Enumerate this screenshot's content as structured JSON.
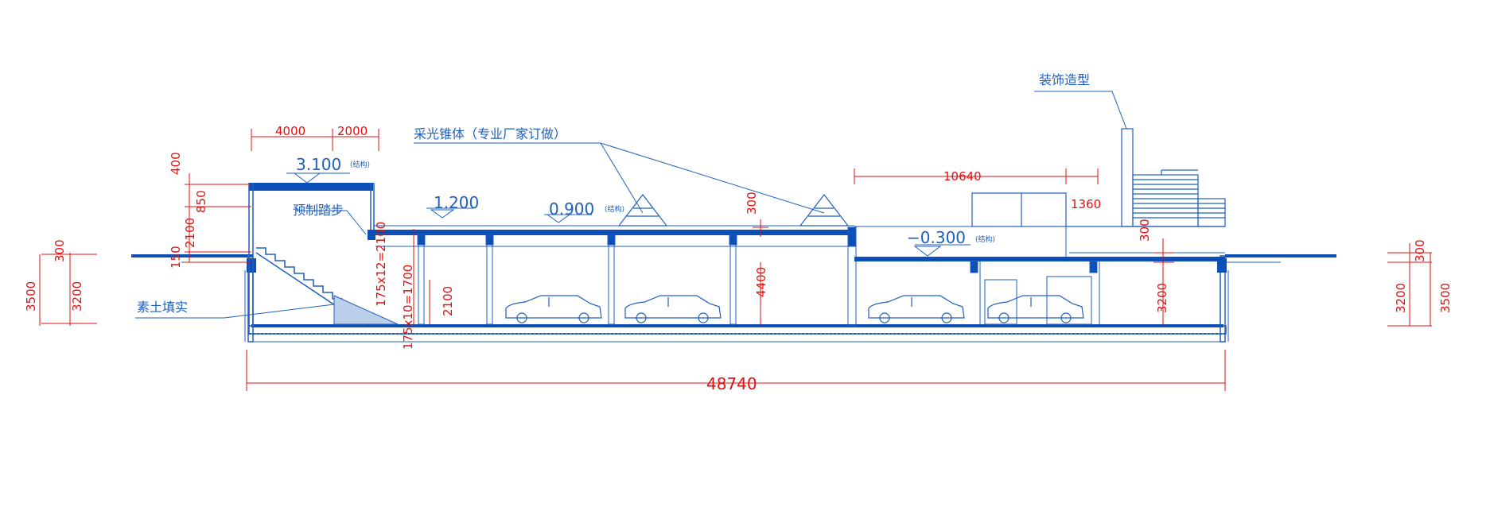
{
  "colors": {
    "structure": "#0d4fb8",
    "line": "#1e5fbf",
    "dimension": "#e01010",
    "fill": "#ffffff"
  },
  "labels": {
    "deco": "装饰造型",
    "skylight": "采光锥体（专业厂家订做）",
    "precast_steps": "预制踏步",
    "compacted_soil": "素土填实",
    "elev_3100": "3.100",
    "elev_1200": "1.200",
    "elev_0900": "0.900",
    "elev_m0300": "−0.300",
    "struct_note": "(结构)"
  },
  "dimensions": {
    "d4000": "4000",
    "d2000": "2000",
    "d10640": "10640",
    "d1360": "1360",
    "d48740": "48740",
    "d400": "400",
    "d850": "850",
    "d2100a": "2100",
    "d150": "150",
    "d300_left": "300",
    "d3500_left": "3500",
    "d3200_left": "3200",
    "d300_mid": "300",
    "d4400": "4400",
    "d2100b": "2100",
    "stair1": "175x12=2100",
    "stair2": "175x10=1700",
    "d300_right": "300",
    "d3200_right": "3200",
    "d300_far": "300",
    "d3200_far": "3200",
    "d3500_far": "3500"
  }
}
